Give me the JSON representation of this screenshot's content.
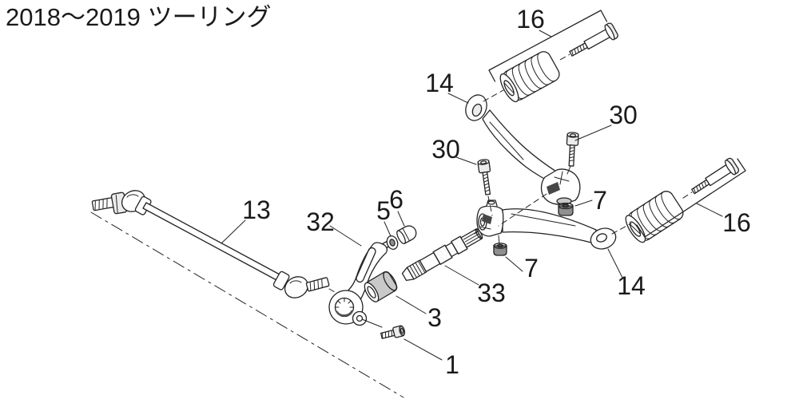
{
  "page": {
    "title": "2018〜2019 ツーリング"
  },
  "colors": {
    "line": "#232323",
    "background": "#ffffff",
    "shade_light": "#ececec",
    "shade_mid": "#c9c9c9",
    "shade_dark": "#8f8f8f"
  },
  "diagram": {
    "kind": "exploded-parts-diagram",
    "callouts": {
      "c16_top": "16",
      "c14_top": "14",
      "c30_right": "30",
      "c30_left": "30",
      "c7_top": "7",
      "c16_right": "16",
      "c13": "13",
      "c32": "32",
      "c5": "5",
      "c6": "6",
      "c33": "33",
      "c7_bottom": "7",
      "c14_bottom": "14",
      "c3": "3",
      "c1": "1"
    }
  }
}
